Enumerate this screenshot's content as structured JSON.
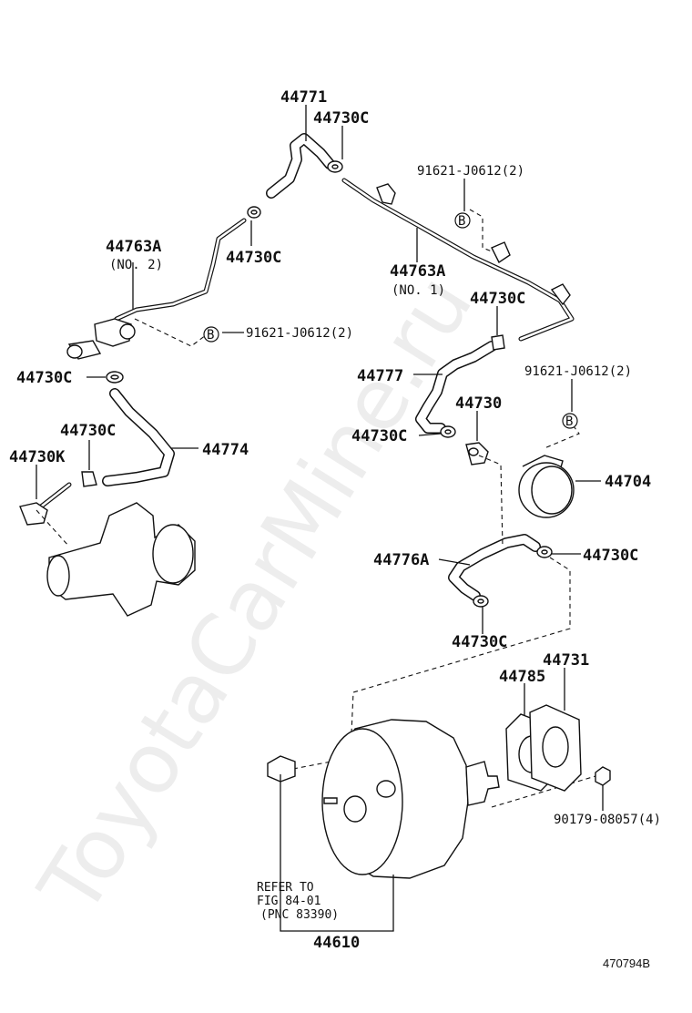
{
  "watermark": "ToyotaCarMine.ru",
  "diagram_id": "470794B",
  "labels": {
    "p44771": "44771",
    "p44730c_top": "44730C",
    "p91621_top": "91621-J0612(2)",
    "p44763a_no2": "44763A",
    "no2": "(NO. 2)",
    "p44730c_a": "44730C",
    "p44763a_no1": "44763A",
    "no1": "(NO. 1)",
    "p44730c_b": "44730C",
    "p91621_mid": "91621-J0612(2)",
    "p44730c_c": "44730C",
    "p44777": "44777",
    "p91621_right": "91621-J0612(2)",
    "p44730": "44730",
    "p44730c_d": "44730C",
    "p44730c_e": "44730C",
    "p44774": "44774",
    "p44730k": "44730K",
    "p44704": "44704",
    "p44776a": "44776A",
    "p44730c_f": "44730C",
    "p44730c_g": "44730C",
    "p44731": "44731",
    "p44785": "44785",
    "p90179": "90179-08057(4)",
    "ref1": "REFER TO",
    "ref2": "FIG 84-01",
    "ref3": "(PNC 83390)",
    "p44610": "44610",
    "b_marker": "B"
  }
}
